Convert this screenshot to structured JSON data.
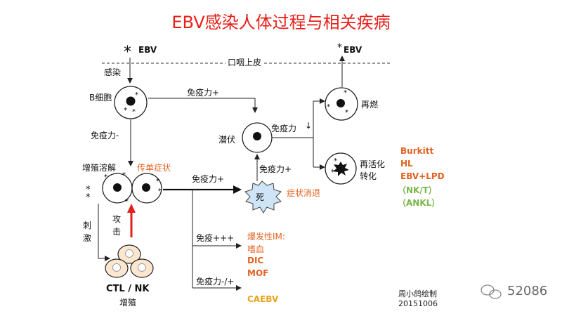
{
  "title": "EBV感染人体过程与相关疾病",
  "labels": {
    "ebv_top": "EBV",
    "ebv_right": "EBV",
    "star": "*",
    "infect": "感染",
    "epithelium": "口咽上皮",
    "b_cell": "B细胞",
    "immunity_plus_top": "免疫力+",
    "immunity_minus": "免疫力-",
    "latent": "潜伏",
    "immunity_down": "免疫力",
    "down_arrow": "↓",
    "reactivate": "再燃",
    "reactivate_transform": "再活化\n转化",
    "prolif_lysis": "增殖溶解",
    "mono_symptoms": "传单症状",
    "immunity_plus_mid": "免疫力+",
    "immunity_plus_up": "免疫力+",
    "death": "死",
    "symptom_relief": "症状消退",
    "stimulate": "刺\n激",
    "attack": "攻\n击",
    "immunity_ppp": "免疫+++",
    "fulminant": "爆发性IM:",
    "hemophagocytosis": "嗜血",
    "dic": "DIC",
    "mof": "MOF",
    "immunity_minus_plus": "免疫力-/+",
    "caebv": "CAEBV",
    "ctl_nk": "CTL / NK",
    "proliferation": "增殖",
    "author": "周小鸽绘制",
    "date": "20151006",
    "watermark": "52086"
  },
  "diseases": [
    "Burkitt",
    "HL",
    "EBV+LPD"
  ],
  "diseases_sub": [
    "（NK/T）",
    "（ANKL）"
  ],
  "colors": {
    "title": "#e8201b",
    "orange_text": "#e3621f",
    "gold_text": "#e8a21c",
    "green_text": "#7ab648",
    "attack_arrow": "#e0201b",
    "burst": "#cfe4f7",
    "ctl_cell": "#fbe7cf"
  }
}
